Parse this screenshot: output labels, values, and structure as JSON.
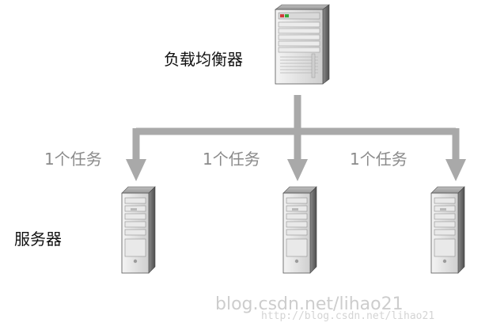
{
  "balancer": {
    "label": "负载均衡器",
    "icon": "server-tower-icon"
  },
  "servers": {
    "label": "服务器",
    "icon": "server-tower-icon",
    "count": 3
  },
  "tasks": [
    {
      "label": "1个任务"
    },
    {
      "label": "1个任务"
    },
    {
      "label": "1个任务"
    }
  ],
  "watermark": {
    "main": "blog.csdn.net/lihao21",
    "url": "http://blog.csdn.net/lihao21"
  },
  "colors": {
    "arrow": "#a9a9a9",
    "server_body": "#e6e6e6",
    "server_side": "#6d6d6d",
    "task_text": "#8a8a8a"
  }
}
